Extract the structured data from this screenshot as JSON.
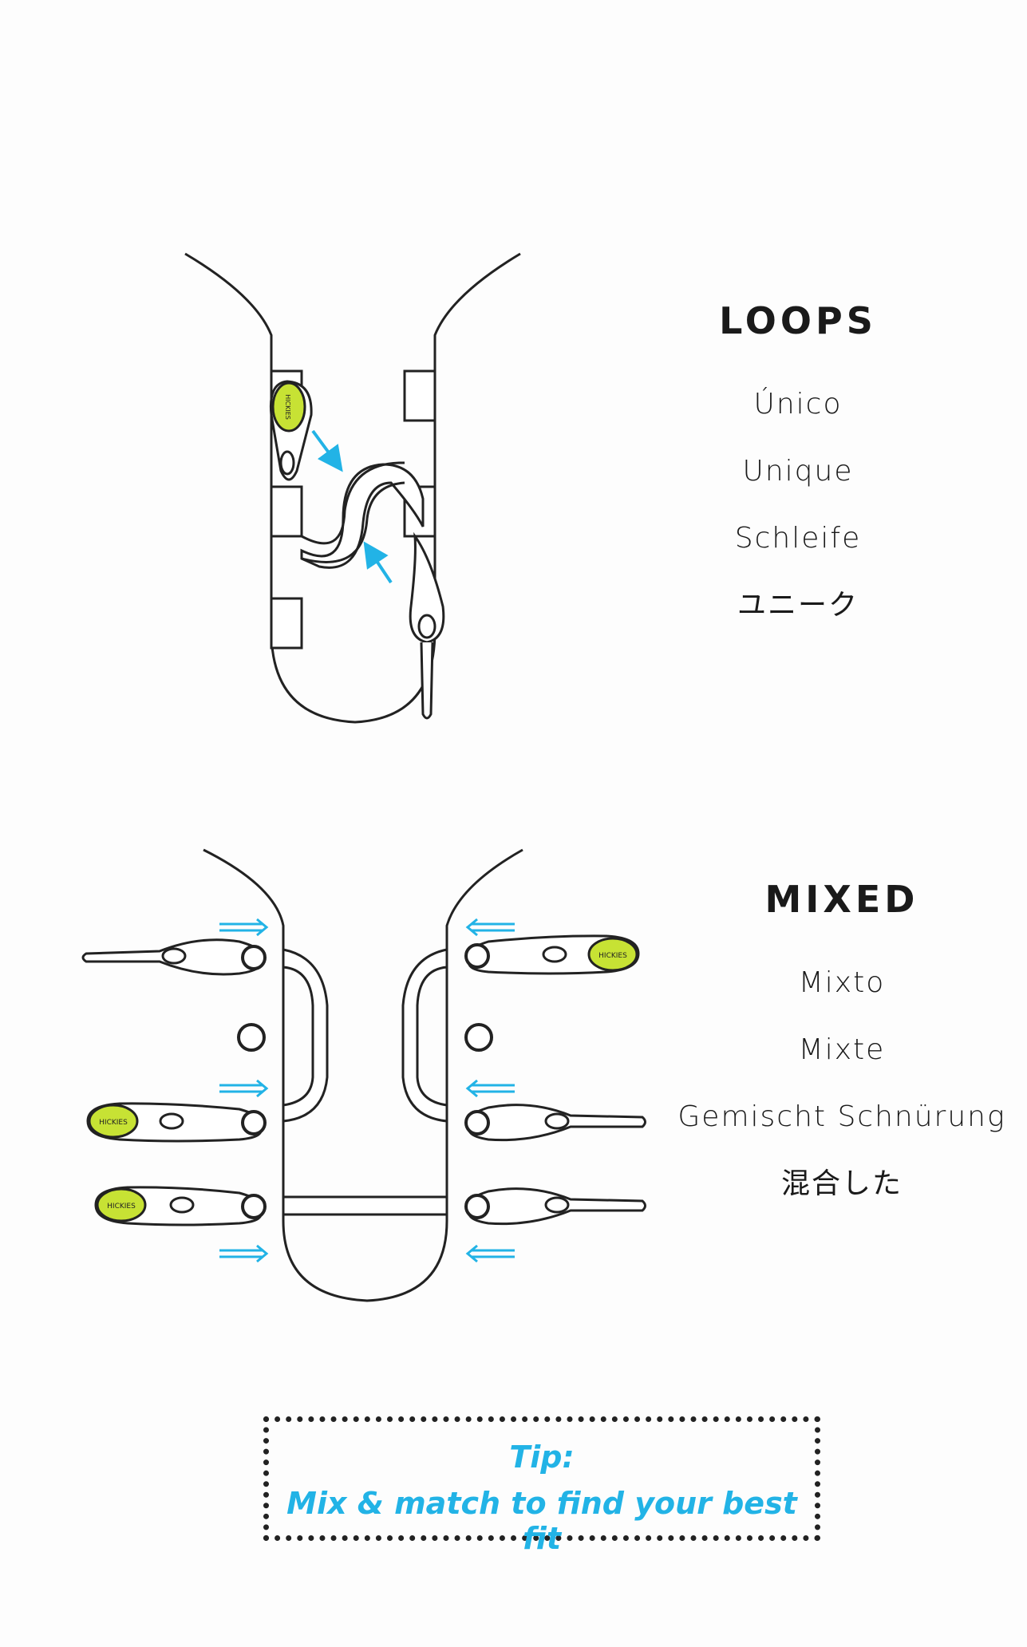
{
  "loops": {
    "heading": "LOOPS",
    "translations": [
      "Único",
      "Unique",
      "Schleife",
      "ユニーク"
    ],
    "icons": [
      "shoe-outline",
      "lace-loop",
      "lace-tip-with-logo",
      "arrow-icon"
    ]
  },
  "mixed": {
    "heading": "MIXED",
    "translations": [
      "Mixto",
      "Mixte",
      "Gemischt Schnürung",
      "混合した"
    ],
    "icons": [
      "shoe-outline",
      "lace-loop",
      "lace-tip-with-logo",
      "double-arrow-icon"
    ]
  },
  "tip": {
    "title": "Tip:",
    "text": "Mix & match to find your best fit"
  },
  "brand": {
    "logo_text": "HICKIES"
  },
  "colors": {
    "accent": "#22b3e6",
    "logo_fill": "#c7e234",
    "line": "#222222"
  }
}
